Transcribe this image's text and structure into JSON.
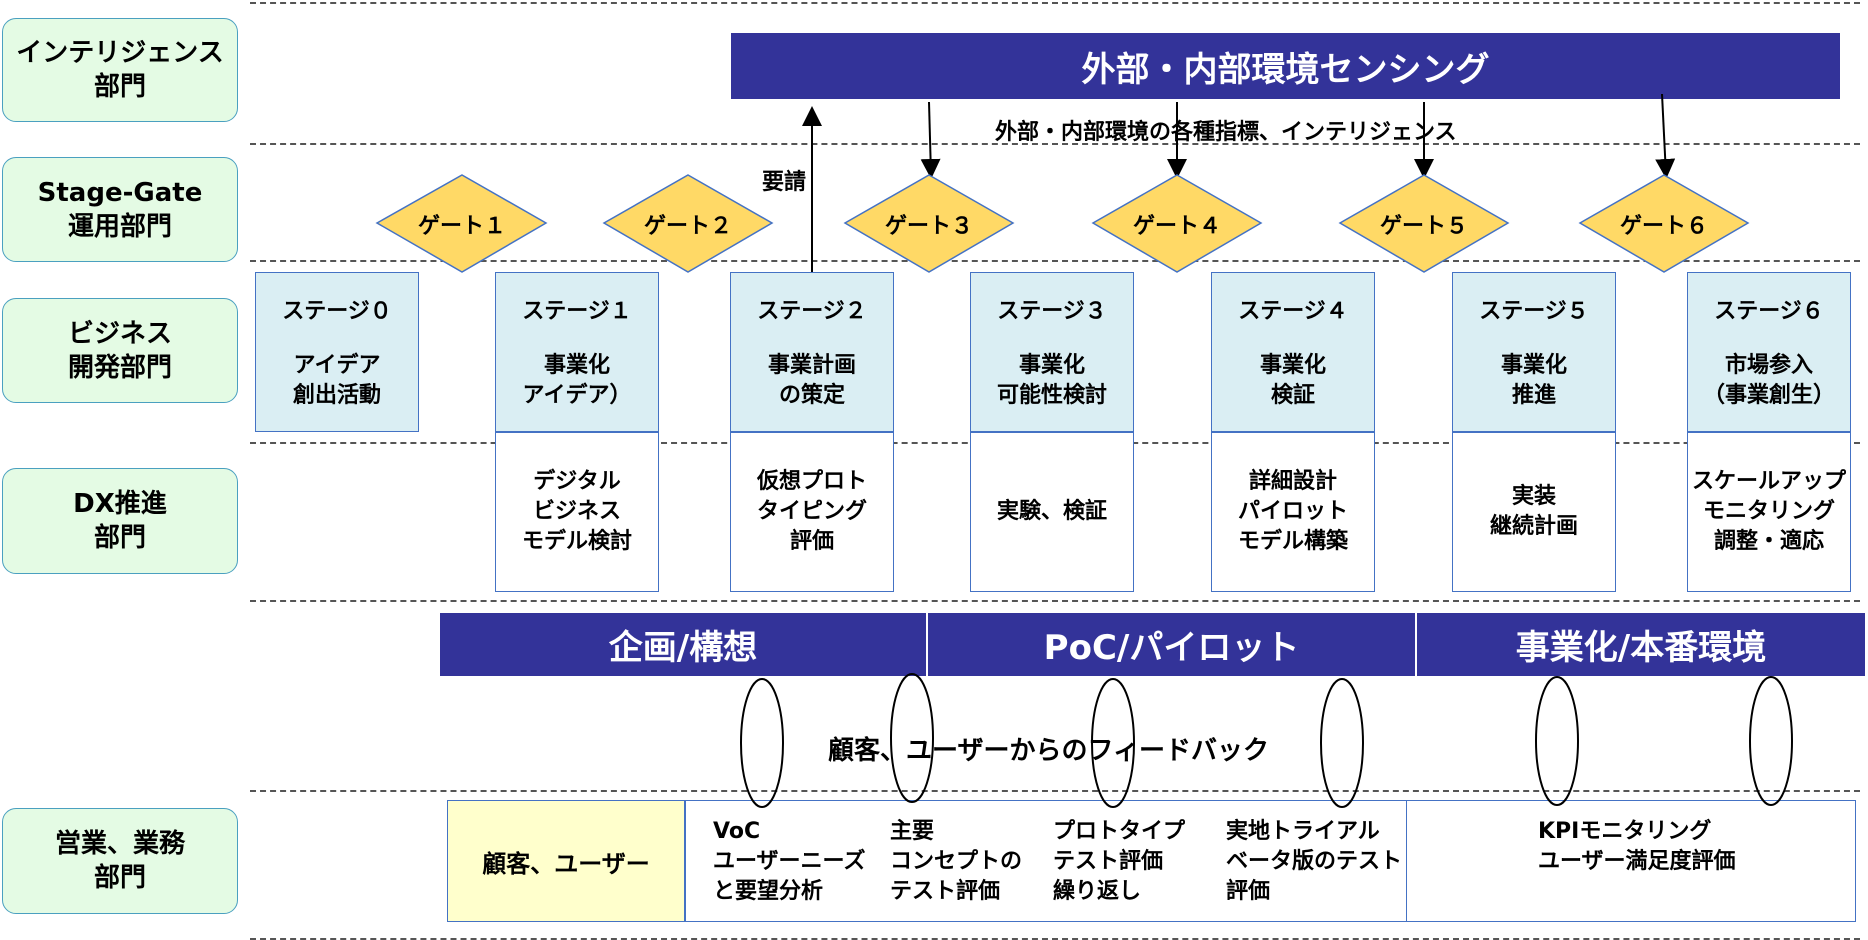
{
  "departments": [
    {
      "label": "インテリジェンス\n部門"
    },
    {
      "label": "Stage-Gate\n運用部門"
    },
    {
      "label": "ビジネス\n開発部門"
    },
    {
      "label": "DX推進\n部門"
    },
    {
      "label": "営業、業務\n部門"
    }
  ],
  "sensing_banner": "外部・内部環境センシング",
  "sensing_note": "外部・内部環境の各種指標、インテリジェンス",
  "request_label": "要請",
  "gates": [
    "ゲート１",
    "ゲート２",
    "ゲート３",
    "ゲート４",
    "ゲート５",
    "ゲート６"
  ],
  "stages": [
    {
      "title": "ステージ０",
      "body": "アイデア\n創出活動",
      "dx": ""
    },
    {
      "title": "ステージ１",
      "body": "事業化\nアイデア）",
      "dx": "デジタル\nビジネス\nモデル検討"
    },
    {
      "title": "ステージ２",
      "body": "事業計画\nの策定",
      "dx": "仮想プロト\nタイピング\n評価"
    },
    {
      "title": "ステージ３",
      "body": "事業化\n可能性検討",
      "dx": "実験、検証"
    },
    {
      "title": "ステージ４",
      "body": "事業化\n検証",
      "dx": "詳細設計\nパイロット\nモデル構築"
    },
    {
      "title": "ステージ５",
      "body": "事業化\n推進",
      "dx": "実装\n継続計画"
    },
    {
      "title": "ステージ６",
      "body": "市場参入\n（事業創生）",
      "dx": "スケールアップ\nモニタリング\n調整・適応"
    }
  ],
  "phases": [
    "企画/構想",
    "PoC/パイロット",
    "事業化/本番環境"
  ],
  "feedback_label": "顧客、ユーザーからのフィードバック",
  "customer_label": "顧客、ユーザー",
  "feedback_items": [
    "VoC\nユーザーニーズ\nと要望分析",
    "主要\nコンセプトの\nテスト評価",
    "プロトタイプ\nテスト評価\n繰り返し",
    "実地トライアル\nベータ版のテスト\n評価",
    "KPIモニタリング\nユーザー満足度評価"
  ],
  "colors": {
    "banner": "#333399",
    "department_fill": "#e4fbe4",
    "gate_fill": "#ffd966",
    "stage_fill": "#daeef3",
    "customer_fill": "#ffffcc"
  }
}
